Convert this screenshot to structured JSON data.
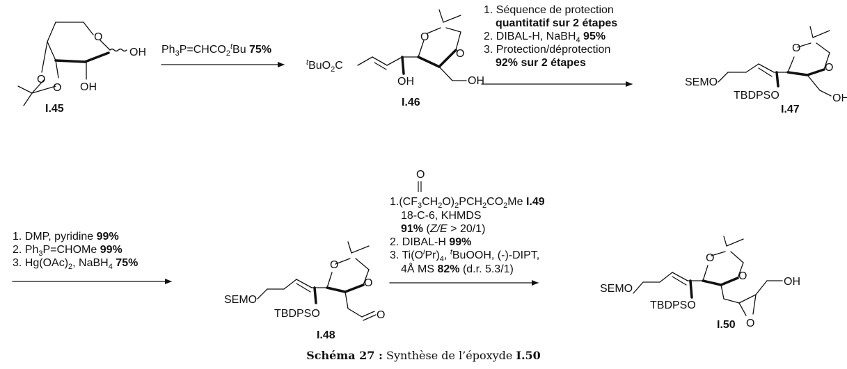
{
  "compounds": {
    "c145": "I.45",
    "c146": "I.46",
    "c147": "I.47",
    "c148": "I.48",
    "c149": "I.49",
    "c150": "I.50"
  },
  "groups": {
    "oh": "OH",
    "o": "O",
    "sem": "SEMO",
    "tbdps": "TBDPSO",
    "tbuo2c_a": "t",
    "tbuo2c_b": "BuO",
    "tbuo2c_c": "2",
    "tbuo2c_d": "C"
  },
  "step1": {
    "reagent_a": "Ph",
    "reagent_b": "3",
    "reagent_c": "P=CHCO",
    "reagent_d": "2",
    "reagent_e": "t",
    "reagent_f": "Bu ",
    "yield": "75%"
  },
  "step2": {
    "l1": "1. Séquence de protection",
    "l2": "quantitatif sur 2 étapes",
    "l3a": "2. DIBAL-H, NaBH",
    "l3b": "4",
    "l3c": " 95%",
    "l4": "3. Protection/déprotection",
    "l5": "92% sur 2 étapes"
  },
  "step3": {
    "l1a": "1. DMP, pyridine ",
    "l1b": "99%",
    "l2a": "2. Ph",
    "l2b": "3",
    "l2c": "P=CHOMe ",
    "l2d": "99%",
    "l3a": "3. Hg(OAc)",
    "l3b": "2",
    "l3c": ", NaBH",
    "l3d": "4",
    "l3e": " 75%"
  },
  "step4": {
    "p_o": "O",
    "num1": "1.",
    "l1a": "(CF",
    "l1b": "3",
    "l1c": "CH",
    "l1d": "2",
    "l1e": "O)",
    "l1f": "2",
    "l1g": "PCH",
    "l1h": "2",
    "l1i": "CO",
    "l1j": "2",
    "l1k": "Me ",
    "l2": "18-C-6, KHMDS",
    "l3a": "91%",
    "l3b": " (",
    "l3c": "Z/E",
    "l3d": " > 20/1)",
    "l4a": "2. DIBAL-H ",
    "l4b": "99%",
    "l5a": "3. Ti(O",
    "l5b": "i",
    "l5c": "Pr)",
    "l5d": "4",
    "l5e": ", ",
    "l5f": "t",
    "l5g": "BuOOH, (-)-DIPT,",
    "l6a": "4Å MS ",
    "l6b": "82%",
    "l6c": " (d.r. 5.3/1)"
  },
  "caption": {
    "label": "Schéma 27 :",
    "text": " Synthèse de l’époxyde ",
    "compound": "I.50"
  }
}
